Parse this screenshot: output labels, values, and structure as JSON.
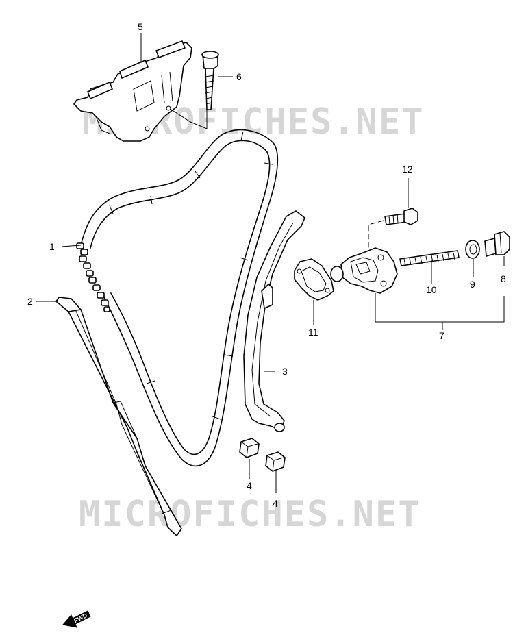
{
  "watermark": {
    "text": "MICROFICHES.NET"
  },
  "callouts": {
    "c1": "1",
    "c2": "2",
    "c3": "3",
    "c4a": "4",
    "c4b": "4",
    "c5": "5",
    "c6": "6",
    "c7": "7",
    "c8": "8",
    "c9": "9",
    "c10": "10",
    "c11": "11",
    "c12": "12"
  },
  "forward_indicator": {
    "label": "FWD"
  },
  "icons": {
    "forward": "forward-arrow-icon"
  }
}
